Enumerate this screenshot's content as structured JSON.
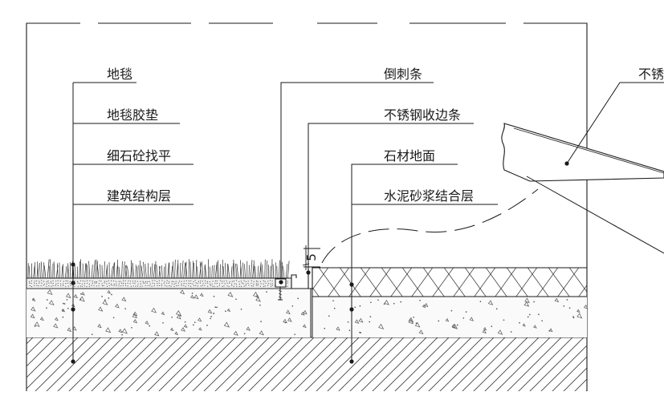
{
  "labels": {
    "carpet": "地毯",
    "carpet_underlay": "地毯胶垫",
    "fine_concrete_screed": "细石砼找平",
    "structural_layer": "建筑结构层",
    "gripper_strip": "倒刺条",
    "stainless_edge_strip": "不锈钢收边条",
    "stone_floor": "石材地面",
    "cement_mortar_bond": "水泥砂浆结合层",
    "detail_callout": "不锈",
    "dimension_value": "5"
  },
  "colors": {
    "line": "#1a1a1a",
    "background": "#ffffff"
  }
}
